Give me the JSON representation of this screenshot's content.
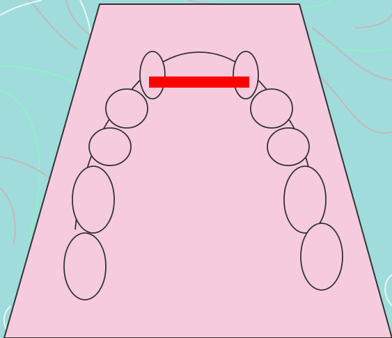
{
  "colors": {
    "background": "#a0dcdb",
    "contour_gray": "#c4b8bf",
    "contour_white": "#e9f6f6",
    "contour_green": "#8ff0c8",
    "tray_fill": "#f5cbdd",
    "outline": "#333333",
    "bar": "#ff0000"
  },
  "diagram": {
    "type": "dental-arch",
    "left_teeth_count": 5,
    "right_teeth_count": 5,
    "has_bar": true
  }
}
